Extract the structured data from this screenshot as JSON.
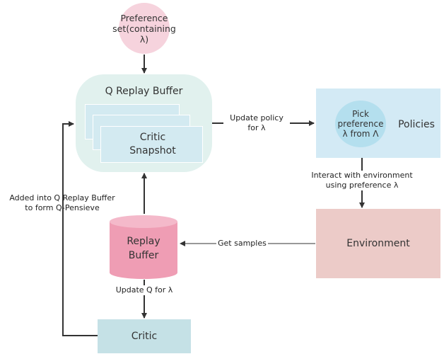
{
  "preference_set": {
    "line1": "Preference",
    "line2": "set(containing",
    "line3": "λ)"
  },
  "q_replay_buffer": {
    "title": "Q Replay Buffer",
    "snapshot_line1": "Critic",
    "snapshot_line2": "Snapshot"
  },
  "policies": {
    "pick_line1": "Pick",
    "pick_line2": "preference",
    "pick_line3": "λ from Λ",
    "label": "Policies"
  },
  "environment": {
    "label": "Environment"
  },
  "replay_buffer": {
    "line1": "Replay",
    "line2": "Buffer"
  },
  "critic": {
    "label": "Critic"
  },
  "edges": {
    "update_policy_line1": "Update policy",
    "update_policy_line2": "for λ",
    "interact_line1": "Interact with environment",
    "interact_line2": "using preference λ",
    "get_samples": "Get samples",
    "update_q": "Update Q for λ",
    "added_line1": "Added into Q Replay Buffer",
    "added_line2": "to form Q-Pensieve"
  },
  "colors": {
    "preference": "#f6d3dd",
    "q_buffer": "#e1f1ee",
    "snapshot": "#d3eaf1",
    "policies": "#d3eaf5",
    "pick": "#b4dfee",
    "environment": "#eccbc8",
    "replay_buffer": "#ef9db4",
    "critic": "#c5e1e6",
    "arrow": "#333333"
  }
}
